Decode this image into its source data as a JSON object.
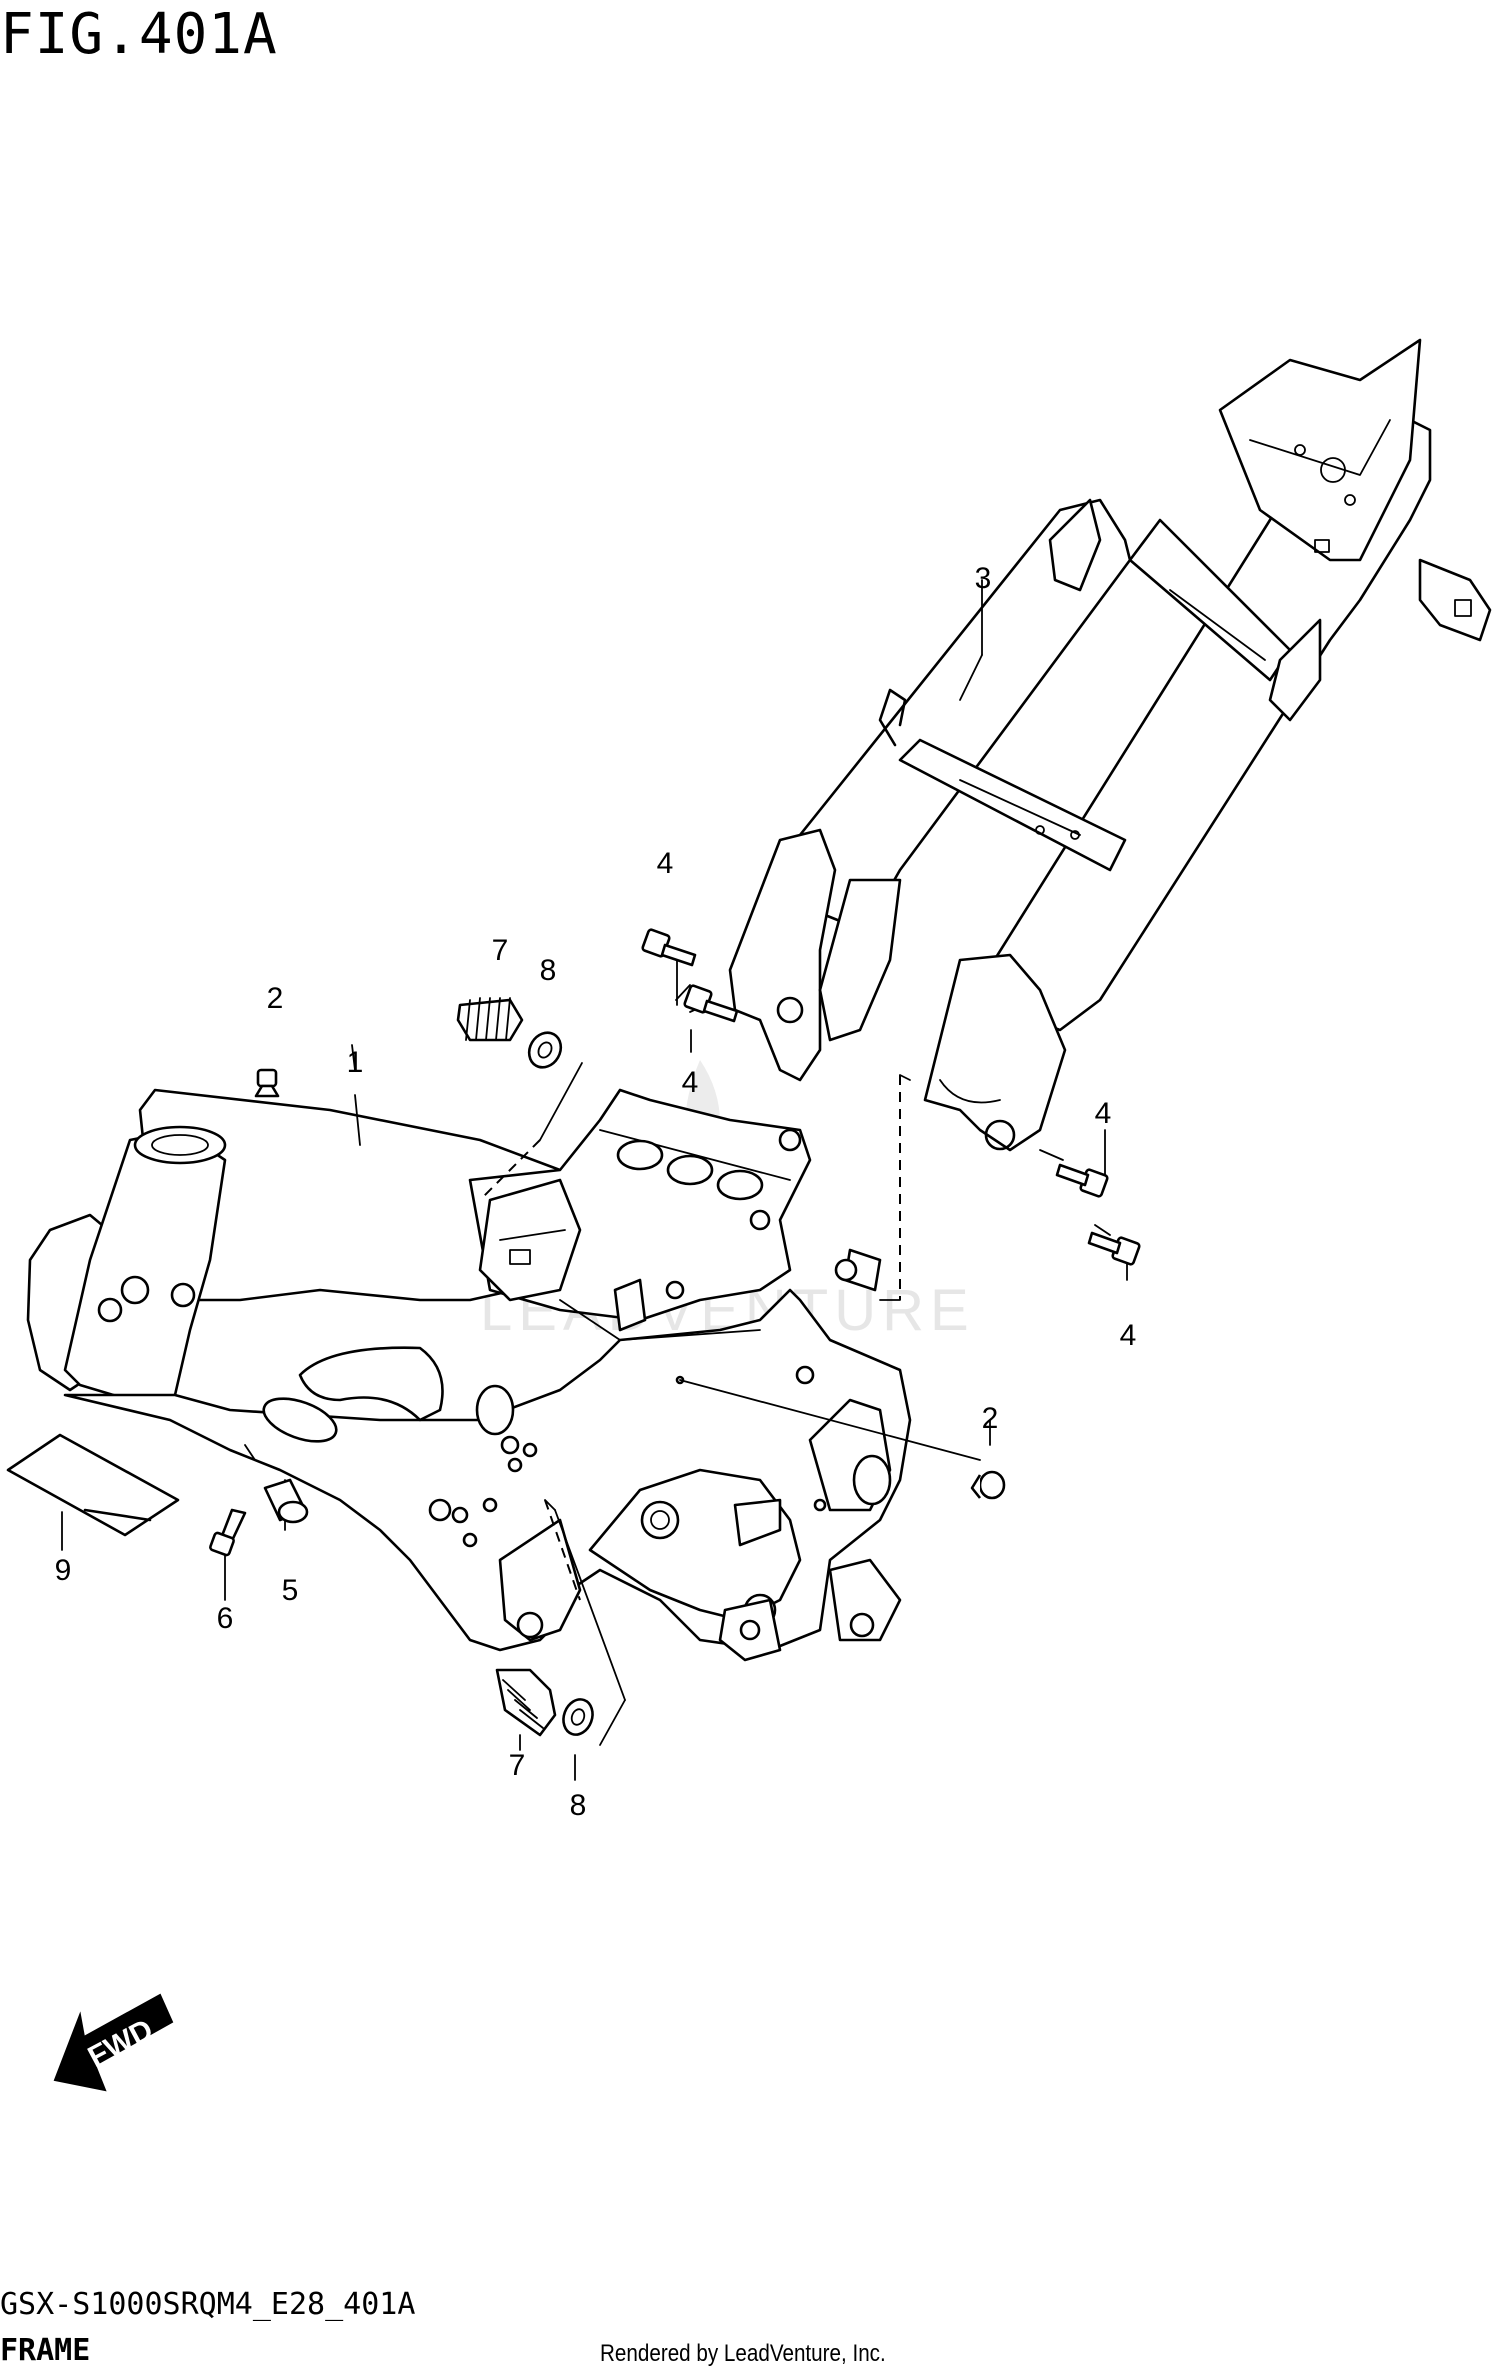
{
  "figure_title": "FIG.401A",
  "diagram_code": "GSX-S1000SRQM4_E28_401A",
  "caption": "FRAME",
  "credit": "Rendered by LeadVenture, Inc.",
  "watermark": "LEADVENTURE",
  "fwd_label": "FWD",
  "callouts": [
    {
      "num": "1",
      "part": "main-frame"
    },
    {
      "num": "2",
      "part": "plug-upper"
    },
    {
      "num": "2",
      "part": "plug-lower"
    },
    {
      "num": "3",
      "part": "seat-rail"
    },
    {
      "num": "4",
      "part": "bolt-upper-left-a"
    },
    {
      "num": "4",
      "part": "bolt-upper-left-b"
    },
    {
      "num": "4",
      "part": "bolt-right-a"
    },
    {
      "num": "4",
      "part": "bolt-right-b"
    },
    {
      "num": "5",
      "part": "cap"
    },
    {
      "num": "6",
      "part": "bolt-small"
    },
    {
      "num": "7",
      "part": "spring-upper"
    },
    {
      "num": "7",
      "part": "spring-lower"
    },
    {
      "num": "8",
      "part": "washer-upper"
    },
    {
      "num": "8",
      "part": "washer-lower"
    },
    {
      "num": "9",
      "part": "label-plate"
    }
  ]
}
